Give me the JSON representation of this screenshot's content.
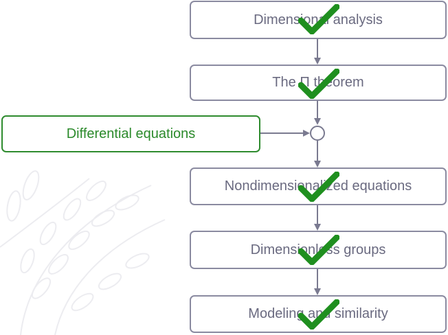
{
  "colors": {
    "box_border": "#8a8aa0",
    "box_text": "#6a6a80",
    "input_green": "#2e8b2e",
    "check_green": "#1f8f1f",
    "arrow": "#7a7a90"
  },
  "flow": {
    "steps": [
      {
        "label": "Dimensional analysis",
        "completed": true
      },
      {
        "label": "The Π theorem",
        "completed": true
      },
      {
        "label": "Nondimensionalized equations",
        "completed": true
      },
      {
        "label": "Dimensionless groups",
        "completed": true
      },
      {
        "label": "Modeling and similarity",
        "completed": true
      }
    ],
    "side_input": {
      "label": "Differential equations"
    },
    "junction": {
      "shape": "circle"
    }
  },
  "decorations": {
    "checkmark_icon": "check-icon",
    "watermark": "laurel-seal-watermark"
  }
}
